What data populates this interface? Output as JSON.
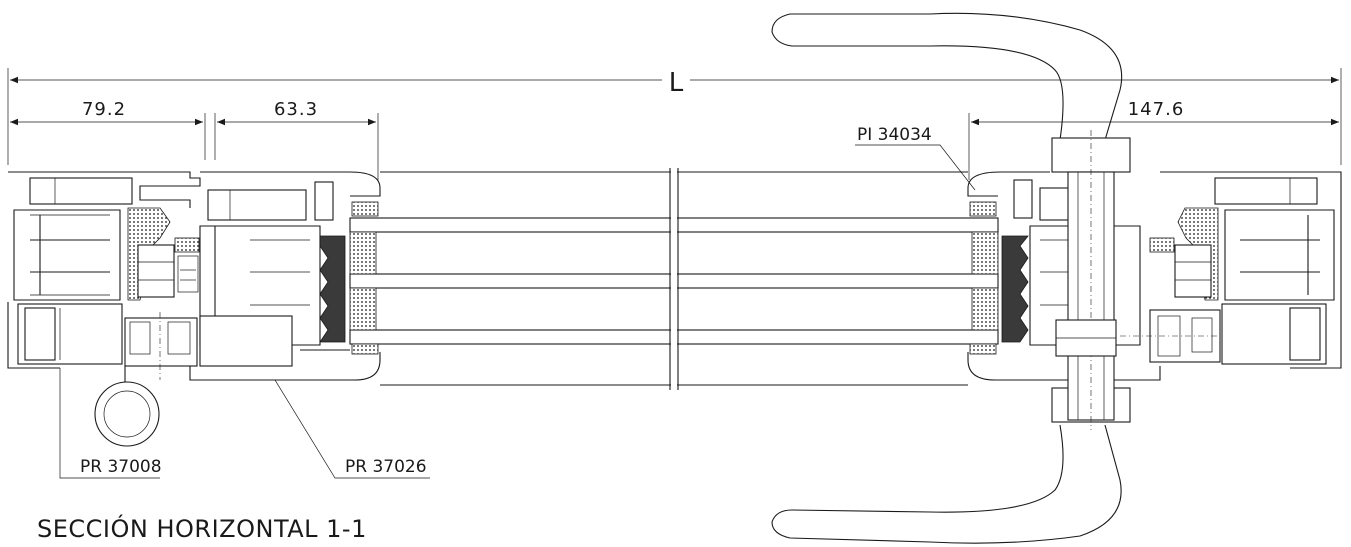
{
  "title": "SECCIÓN HORIZONTAL 1-1",
  "dimensions": {
    "overall": "L",
    "left_frame": "79.2",
    "left_sash": "63.3",
    "right": "147.6"
  },
  "references": {
    "right_bead": "PI 34034",
    "left_frame_profile": "PR 37008",
    "sash_profile": "PR 37026"
  }
}
